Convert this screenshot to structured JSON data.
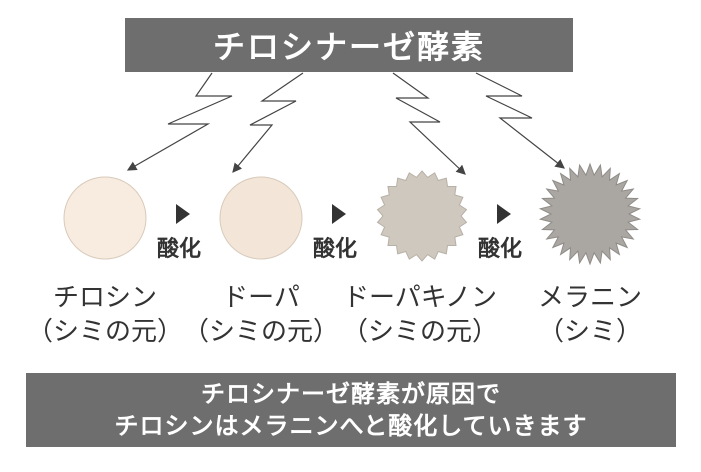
{
  "title": "チロシナーゼ酵素",
  "stages": [
    {
      "name": "チロシン",
      "sub": "（シミの元）",
      "fill": "#f7ecdf"
    },
    {
      "name": "ドーパ",
      "sub": "（シミの元）",
      "fill": "#f3e6d8"
    },
    {
      "name": "ドーパキノン",
      "sub": "（シミの元）",
      "fill": "#cec8bf"
    },
    {
      "name": "メラニン",
      "sub": "（シミ）",
      "fill": "#aaa7a3"
    }
  ],
  "steps": [
    "酸化",
    "酸化",
    "酸化"
  ],
  "summary": {
    "line1": "チロシナーゼ酵素が原因で",
    "line2": "チロシンはメラニンへと酸化していきます"
  },
  "colors": {
    "box": "#6e6e6e",
    "text": "#333333",
    "line": "#444444"
  }
}
